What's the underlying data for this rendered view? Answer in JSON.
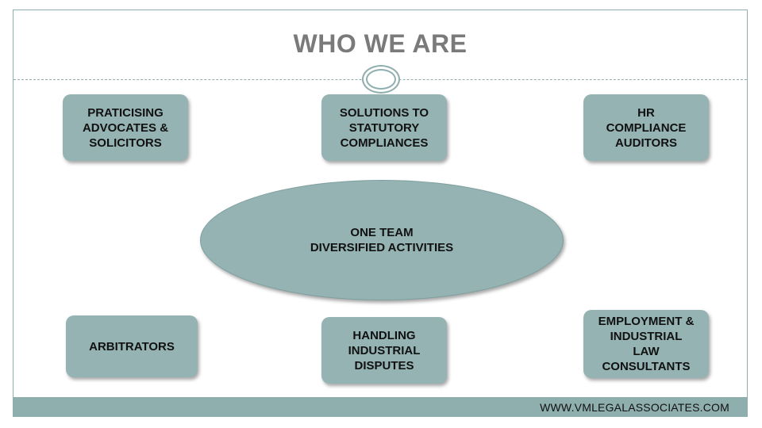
{
  "title": "WHO WE ARE",
  "center": "ONE TEAM\nDIVERSIFIED ACTIVITIES",
  "boxes": {
    "top_left": "PRATICISING\nADVOCATES &\nSOLICITORS",
    "top_center": "SOLUTIONS TO\nSTATUTORY\nCOMPLIANCES",
    "top_right": "HR\nCOMPLIANCE\nAUDITORS",
    "bottom_left": "ARBITRATORS",
    "bottom_center": "HANDLING\nINDUSTRIAL\nDISPUTES",
    "bottom_right": "EMPLOYMENT &\nINDUSTRIAL\nLAW\nCONSULTANTS"
  },
  "footer": "WWW.VMLEGALASSOCIATES.COM",
  "colors": {
    "accent": "#95b3b3",
    "title": "#7a7a7a",
    "border": "#8faeae"
  }
}
